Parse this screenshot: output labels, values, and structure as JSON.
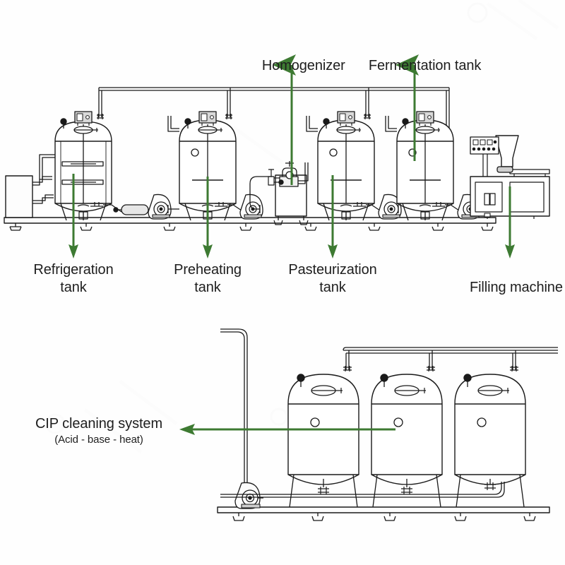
{
  "diagram": {
    "title": "Dairy / beverage processing line flow diagram",
    "background_color": "#fefefe",
    "line_color": "#1a1a1a",
    "accent_color": "#3d7a32",
    "label_color": "#1e1e1e"
  },
  "labels": {
    "homogenizer": {
      "text": "Homogenizer",
      "arrow": "up"
    },
    "fermentation_tank": {
      "text": "Fermentation tank",
      "arrow": "up"
    },
    "refrigeration_tank": {
      "line1": "Refrigeration",
      "line2": "tank",
      "arrow": "down"
    },
    "preheating_tank": {
      "line1": "Preheating",
      "line2": "tank",
      "arrow": "down"
    },
    "pasteurization_tank": {
      "line1": "Pasteurization",
      "line2": "tank",
      "arrow": "down"
    },
    "filling_machine": {
      "text": "Filling machine",
      "arrow": "down"
    },
    "cip_system": {
      "text": "CIP cleaning system",
      "subtitle": "(Acid - base - heat)",
      "arrow": "left"
    }
  },
  "equipment": {
    "top_line": [
      {
        "name": "refrigeration-tank",
        "type": "agitated-tank"
      },
      {
        "name": "inline-filter",
        "type": "horizontal-filter"
      },
      {
        "name": "transfer-pump-1",
        "type": "centrifugal-pump"
      },
      {
        "name": "preheating-tank",
        "type": "agitated-tank"
      },
      {
        "name": "transfer-pump-2",
        "type": "centrifugal-pump"
      },
      {
        "name": "homogenizer",
        "type": "homogenizer-unit"
      },
      {
        "name": "pasteurization-tank",
        "type": "agitated-tank"
      },
      {
        "name": "transfer-pump-3",
        "type": "centrifugal-pump"
      },
      {
        "name": "fermentation-tank",
        "type": "agitated-tank"
      },
      {
        "name": "transfer-pump-4",
        "type": "centrifugal-pump"
      },
      {
        "name": "filling-machine",
        "type": "filling-machine"
      }
    ],
    "cip_line": [
      {
        "name": "cip-pump",
        "type": "centrifugal-pump"
      },
      {
        "name": "cip-tank-1",
        "type": "storage-tank"
      },
      {
        "name": "cip-tank-2",
        "type": "storage-tank"
      },
      {
        "name": "cip-tank-3",
        "type": "storage-tank"
      }
    ]
  },
  "watermarks": [
    "GC",
    "SCMUCK",
    "SCMUCK"
  ]
}
